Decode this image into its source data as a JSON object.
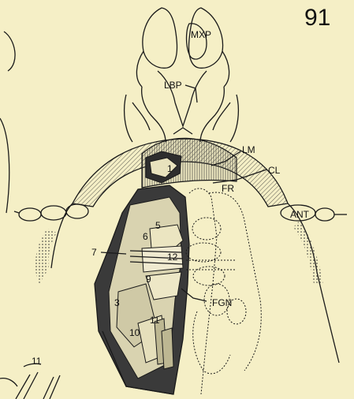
{
  "figure_number": "91",
  "labels": {
    "mxp": "MXP",
    "lbp": "LBP",
    "lm": "LM",
    "cl": "CL",
    "fr": "FR",
    "ant": "ANT",
    "fgn": "FGN",
    "n1": "1",
    "n3": "3",
    "n5": "5",
    "n6": "6",
    "n7": "7",
    "n9": "9",
    "n10": "10",
    "n11": "11",
    "n11b": "11",
    "n12": "12"
  },
  "colors": {
    "background": "#f5efc6",
    "ink": "#1a1a1a",
    "dark_fill": "#3a3a3a",
    "light_fill": "#d9d3b0"
  }
}
